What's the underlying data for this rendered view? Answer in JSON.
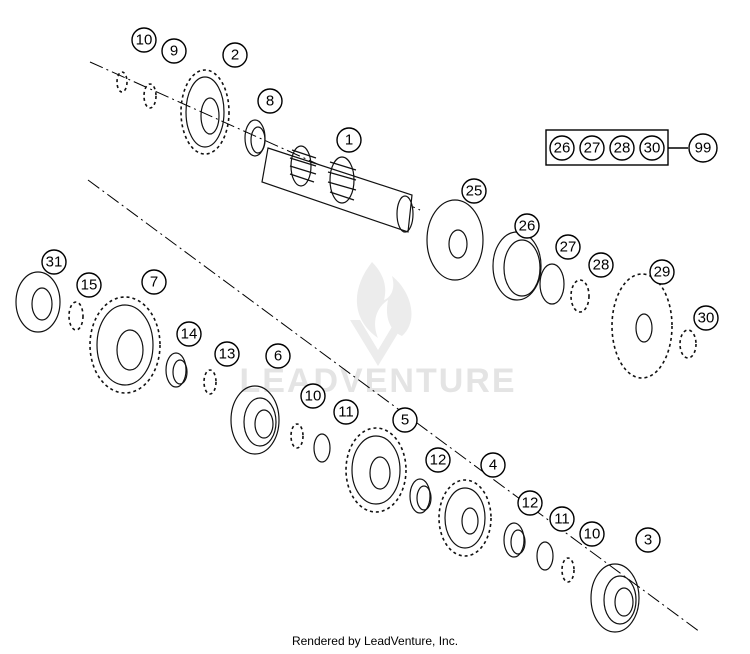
{
  "watermark": {
    "text": "LEADVENTURE"
  },
  "footer": {
    "text": "Rendered by LeadVenture, Inc."
  },
  "kit": {
    "members": [
      {
        "label": "26"
      },
      {
        "label": "27"
      },
      {
        "label": "28"
      },
      {
        "label": "30"
      }
    ],
    "ref": "99"
  },
  "callouts": [
    {
      "label": "10"
    },
    {
      "label": "9"
    },
    {
      "label": "2"
    },
    {
      "label": "8"
    },
    {
      "label": "1"
    },
    {
      "label": "25"
    },
    {
      "label": "26"
    },
    {
      "label": "27"
    },
    {
      "label": "28"
    },
    {
      "label": "29"
    },
    {
      "label": "30"
    },
    {
      "label": "31"
    },
    {
      "label": "15"
    },
    {
      "label": "7"
    },
    {
      "label": "14"
    },
    {
      "label": "13"
    },
    {
      "label": "6"
    },
    {
      "label": "10"
    },
    {
      "label": "11"
    },
    {
      "label": "5"
    },
    {
      "label": "12"
    },
    {
      "label": "4"
    },
    {
      "label": "12"
    },
    {
      "label": "11"
    },
    {
      "label": "10"
    },
    {
      "label": "3"
    }
  ]
}
